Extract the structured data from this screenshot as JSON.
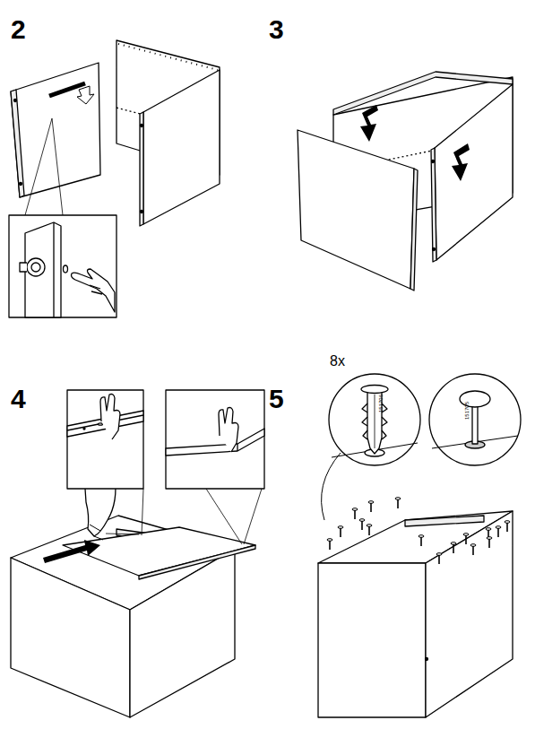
{
  "diagram": {
    "nodes": [
      {
        "text": [
          "8x",
          "151706"
        ]
      },
      {
        "text": [
          "151705"
        ]
      }
    ],
    "labels": [
      "2",
      "3",
      "4",
      "5"
    ]
  }
}
